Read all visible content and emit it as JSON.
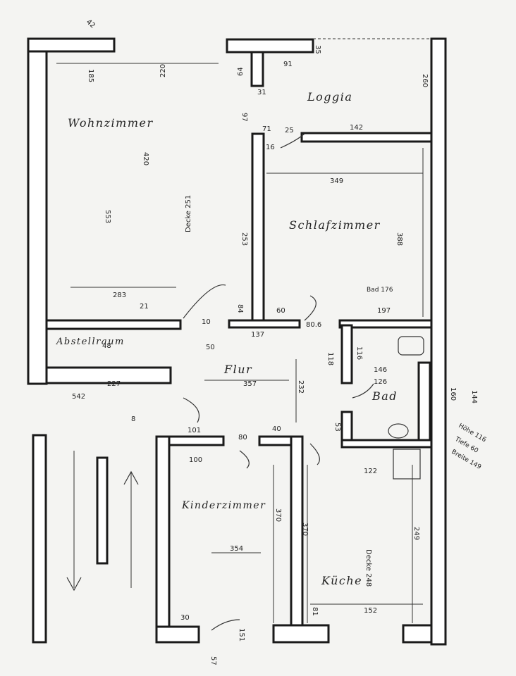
{
  "rooms": {
    "wohnzimmer": "Wohnzimmer",
    "loggia": "Loggia",
    "schlafzimmer": "Schlafzimmer",
    "abstellraum": "Abstellraum",
    "flur": "Flur",
    "bad": "Bad",
    "kinderzimmer": "Kinderzimmer",
    "kueche": "Küche"
  },
  "notes": {
    "decke_wohn": "Decke 251",
    "decke_kueche": "Decke 248",
    "flur_width": "357",
    "bad_label": "Bad 176",
    "hoehe": "Höhe 116",
    "tiefe": "Tiefe 60",
    "breite": "Breite 149"
  },
  "dims": {
    "d42": "42",
    "d185": "185",
    "d220": "220",
    "d35": "35",
    "d91": "91",
    "d260": "260",
    "d64": "64",
    "d31": "31",
    "d97": "97",
    "d71": "71",
    "d25": "25",
    "d142": "142",
    "d16": "16",
    "d420": "420",
    "d349": "349",
    "d553": "553",
    "d253": "253",
    "d388": "388",
    "d283": "283",
    "d21": "21",
    "d84": "84",
    "d60": "60",
    "d10": "10",
    "d137": "137",
    "d806": "80.6",
    "d197": "197",
    "d48": "48",
    "d50": "50",
    "d116": "116",
    "d118": "118",
    "d146": "146",
    "d126": "126",
    "d160": "160",
    "d144": "144",
    "d232": "232",
    "d227": "227",
    "d542": "542",
    "d8": "8",
    "d101": "101",
    "d80": "80",
    "d40": "40",
    "d53": "53",
    "d100": "100",
    "d122": "122",
    "d370a": "370",
    "d370b": "370",
    "d354": "354",
    "d249": "249",
    "d81": "81",
    "d152": "152",
    "d151": "151",
    "d57": "57",
    "d30": "30"
  }
}
